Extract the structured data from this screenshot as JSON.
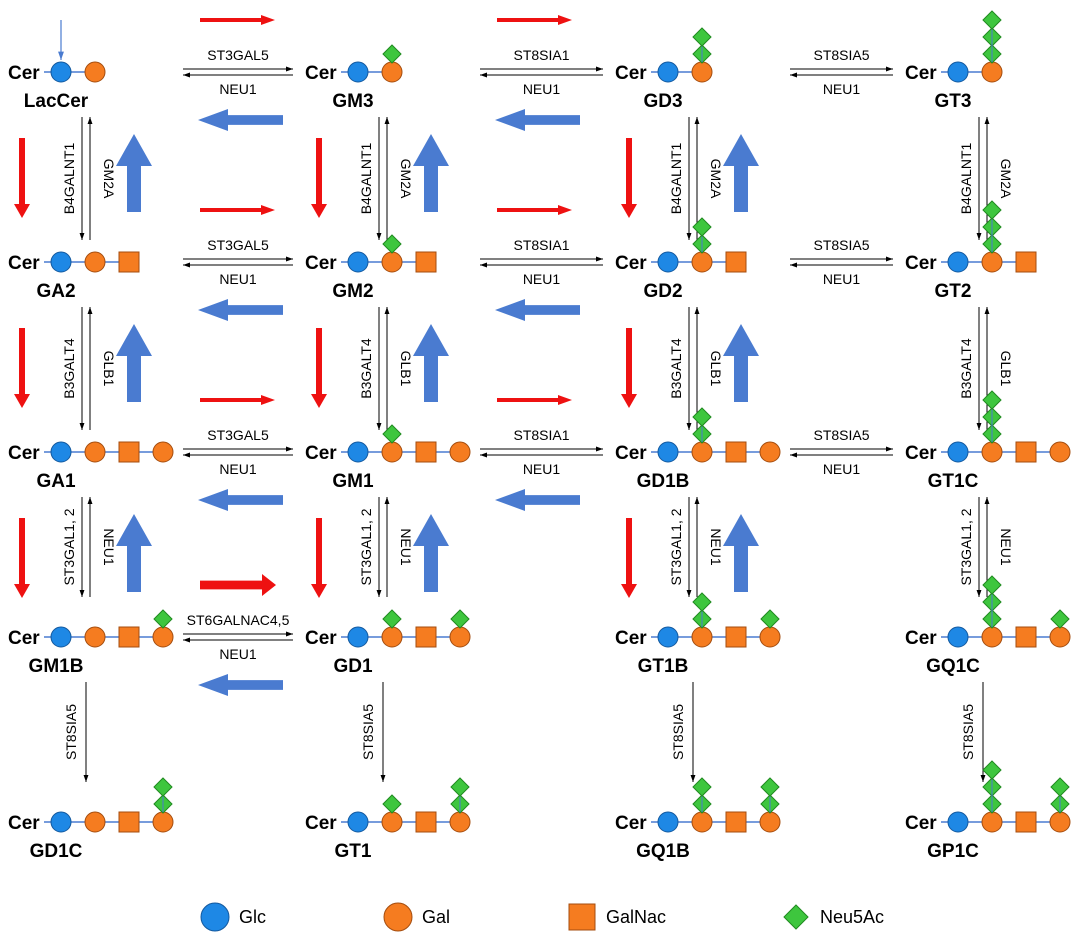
{
  "cer_label": "Cer",
  "colors": {
    "glc": "#1e88e5",
    "gal": "#f57c20",
    "galnac": "#f57c20",
    "neu5ac": "#3ec63e",
    "synthesis_arrow": "#ee1111",
    "degradation_arrow": "#4a7bd0",
    "linker": "#4a7bd0"
  },
  "legend": [
    {
      "type": "glc",
      "label": "Glc"
    },
    {
      "type": "gal",
      "label": "Gal"
    },
    {
      "type": "galnac",
      "label": "GalNac"
    },
    {
      "type": "neu5ac",
      "label": "Neu5Ac"
    }
  ],
  "gangliosides": [
    {
      "id": "LacCer",
      "name": "LacCer",
      "residues": [
        "glc",
        "gal"
      ],
      "sia": [],
      "incoming": true
    },
    {
      "id": "GM3",
      "name": "GM3",
      "residues": [
        "glc",
        "gal"
      ],
      "sia": [
        [
          1,
          1
        ]
      ]
    },
    {
      "id": "GD3",
      "name": "GD3",
      "residues": [
        "glc",
        "gal"
      ],
      "sia": [
        [
          1,
          2
        ]
      ]
    },
    {
      "id": "GT3",
      "name": "GT3",
      "residues": [
        "glc",
        "gal"
      ],
      "sia": [
        [
          1,
          3
        ]
      ]
    },
    {
      "id": "GA2",
      "name": "GA2",
      "residues": [
        "glc",
        "gal",
        "galnac"
      ],
      "sia": []
    },
    {
      "id": "GM2",
      "name": "GM2",
      "residues": [
        "glc",
        "gal",
        "galnac"
      ],
      "sia": [
        [
          1,
          1
        ]
      ]
    },
    {
      "id": "GD2",
      "name": "GD2",
      "residues": [
        "glc",
        "gal",
        "galnac"
      ],
      "sia": [
        [
          1,
          2
        ]
      ]
    },
    {
      "id": "GT2",
      "name": "GT2",
      "residues": [
        "glc",
        "gal",
        "galnac"
      ],
      "sia": [
        [
          1,
          3
        ]
      ]
    },
    {
      "id": "GA1",
      "name": "GA1",
      "residues": [
        "glc",
        "gal",
        "galnac",
        "gal"
      ],
      "sia": []
    },
    {
      "id": "GM1",
      "name": "GM1",
      "residues": [
        "glc",
        "gal",
        "galnac",
        "gal"
      ],
      "sia": [
        [
          1,
          1
        ]
      ]
    },
    {
      "id": "GD1B",
      "name": "GD1B",
      "residues": [
        "glc",
        "gal",
        "galnac",
        "gal"
      ],
      "sia": [
        [
          1,
          2
        ]
      ]
    },
    {
      "id": "GT1C",
      "name": "GT1C",
      "residues": [
        "glc",
        "gal",
        "galnac",
        "gal"
      ],
      "sia": [
        [
          1,
          3
        ]
      ]
    },
    {
      "id": "GM1B",
      "name": "GM1B",
      "residues": [
        "glc",
        "gal",
        "galnac",
        "gal"
      ],
      "sia": [
        [
          3,
          1
        ]
      ]
    },
    {
      "id": "GD1",
      "name": "GD1",
      "residues": [
        "glc",
        "gal",
        "galnac",
        "gal"
      ],
      "sia": [
        [
          1,
          1
        ],
        [
          3,
          1
        ]
      ]
    },
    {
      "id": "GT1B",
      "name": "GT1B",
      "residues": [
        "glc",
        "gal",
        "galnac",
        "gal"
      ],
      "sia": [
        [
          1,
          2
        ],
        [
          3,
          1
        ]
      ]
    },
    {
      "id": "GQ1C",
      "name": "GQ1C",
      "residues": [
        "glc",
        "gal",
        "galnac",
        "gal"
      ],
      "sia": [
        [
          1,
          3
        ],
        [
          3,
          1
        ]
      ]
    },
    {
      "id": "GD1C",
      "name": "GD1C",
      "residues": [
        "glc",
        "gal",
        "galnac",
        "gal"
      ],
      "sia": [
        [
          3,
          2
        ]
      ]
    },
    {
      "id": "GT1",
      "name": "GT1",
      "residues": [
        "glc",
        "gal",
        "galnac",
        "gal"
      ],
      "sia": [
        [
          1,
          1
        ],
        [
          3,
          2
        ]
      ]
    },
    {
      "id": "GQ1B",
      "name": "GQ1B",
      "residues": [
        "glc",
        "gal",
        "galnac",
        "gal"
      ],
      "sia": [
        [
          1,
          2
        ],
        [
          3,
          2
        ]
      ]
    },
    {
      "id": "GP1C",
      "name": "GP1C",
      "residues": [
        "glc",
        "gal",
        "galnac",
        "gal"
      ],
      "sia": [
        [
          1,
          3
        ],
        [
          3,
          2
        ]
      ]
    }
  ],
  "horizontal_reactions": [
    {
      "from": "LacCer",
      "to": "GM3",
      "forward": "ST3GAL5",
      "reverse": "NEU1"
    },
    {
      "from": "GM3",
      "to": "GD3",
      "forward": "ST8SIA1",
      "reverse": "NEU1"
    },
    {
      "from": "GD3",
      "to": "GT3",
      "forward": "ST8SIA5",
      "reverse": "NEU1"
    },
    {
      "from": "GA2",
      "to": "GM2",
      "forward": "ST3GAL5",
      "reverse": "NEU1"
    },
    {
      "from": "GM2",
      "to": "GD2",
      "forward": "ST8SIA1",
      "reverse": "NEU1"
    },
    {
      "from": "GD2",
      "to": "GT2",
      "forward": "ST8SIA5",
      "reverse": "NEU1"
    },
    {
      "from": "GA1",
      "to": "GM1",
      "forward": "ST3GAL5",
      "reverse": "NEU1"
    },
    {
      "from": "GM1",
      "to": "GD1B",
      "forward": "ST8SIA1",
      "reverse": "NEU1"
    },
    {
      "from": "GD1B",
      "to": "GT1C",
      "forward": "ST8SIA5",
      "reverse": "NEU1"
    },
    {
      "from": "GM1B",
      "to": "GD1",
      "forward": "ST6GALNAC4,5",
      "reverse": "NEU1"
    }
  ],
  "vertical_reactions": [
    {
      "from": "LacCer",
      "to": "GA2",
      "forward": "B4GALNT1",
      "reverse": "GM2A"
    },
    {
      "from": "GM3",
      "to": "GM2",
      "forward": "B4GALNT1",
      "reverse": "GM2A"
    },
    {
      "from": "GD3",
      "to": "GD2",
      "forward": "B4GALNT1",
      "reverse": "GM2A"
    },
    {
      "from": "GT3",
      "to": "GT2",
      "forward": "B4GALNT1",
      "reverse": "GM2A"
    },
    {
      "from": "GA2",
      "to": "GA1",
      "forward": "B3GALT4",
      "reverse": "GLB1"
    },
    {
      "from": "GM2",
      "to": "GM1",
      "forward": "B3GALT4",
      "reverse": "GLB1"
    },
    {
      "from": "GD2",
      "to": "GD1B",
      "forward": "B3GALT4",
      "reverse": "GLB1"
    },
    {
      "from": "GT2",
      "to": "GT1C",
      "forward": "B3GALT4",
      "reverse": "GLB1"
    },
    {
      "from": "GA1",
      "to": "GM1B",
      "forward": "ST3GAL1, 2",
      "reverse": "NEU1"
    },
    {
      "from": "GM1",
      "to": "GD1",
      "forward": "ST3GAL1, 2",
      "reverse": "NEU1"
    },
    {
      "from": "GD1B",
      "to": "GT1B",
      "forward": "ST3GAL1, 2",
      "reverse": "NEU1"
    },
    {
      "from": "GT1C",
      "to": "GQ1C",
      "forward": "ST3GAL1, 2",
      "reverse": "NEU1"
    },
    {
      "from": "GM1B",
      "to": "GD1C",
      "forward": "ST8SIA5"
    },
    {
      "from": "GD1",
      "to": "GT1",
      "forward": "ST8SIA5"
    },
    {
      "from": "GT1B",
      "to": "GQ1B",
      "forward": "ST8SIA5"
    },
    {
      "from": "GQ1C",
      "to": "GP1C",
      "forward": "ST8SIA5"
    }
  ]
}
